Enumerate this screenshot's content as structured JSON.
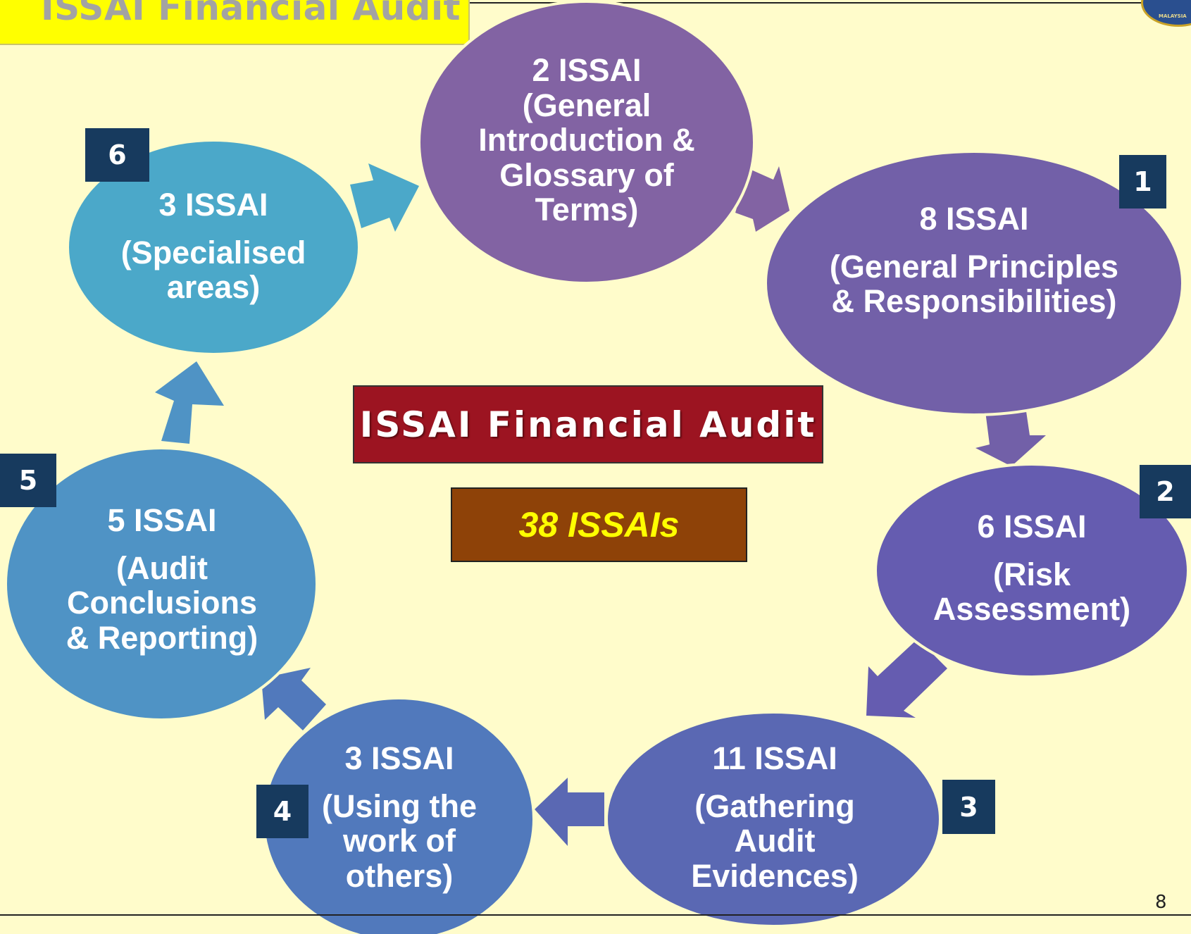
{
  "header": {
    "title": "ISSAI Financial Audit"
  },
  "center": {
    "title": "ISSAI Financial Audit",
    "total": "38 ISSAIs"
  },
  "nodes": [
    {
      "step": "",
      "count": "2 ISSAI",
      "desc": "(General Introduction & Glossary of Terms)",
      "color": "#8263a3"
    },
    {
      "step": "1",
      "count": "8 ISSAI",
      "desc": "(General Principles & Responsibilities)",
      "color": "#7260a8"
    },
    {
      "step": "2",
      "count": "6 ISSAI",
      "desc": "(Risk Assessment)",
      "color": "#655cb0"
    },
    {
      "step": "3",
      "count": "11 ISSAI",
      "desc": "(Gathering Audit Evidences)",
      "color": "#5a68b3"
    },
    {
      "step": "4",
      "count": "3 ISSAI",
      "desc": "(Using the work of others)",
      "color": "#5179bc"
    },
    {
      "step": "5",
      "count": "5 ISSAI",
      "desc": "(Audit Conclusions & Reporting)",
      "color": "#4f93c5"
    },
    {
      "step": "6",
      "count": "3 ISSAI",
      "desc": "(Specialised areas)",
      "color": "#4ba8c9"
    }
  ],
  "footer": {
    "page_number": "8"
  }
}
